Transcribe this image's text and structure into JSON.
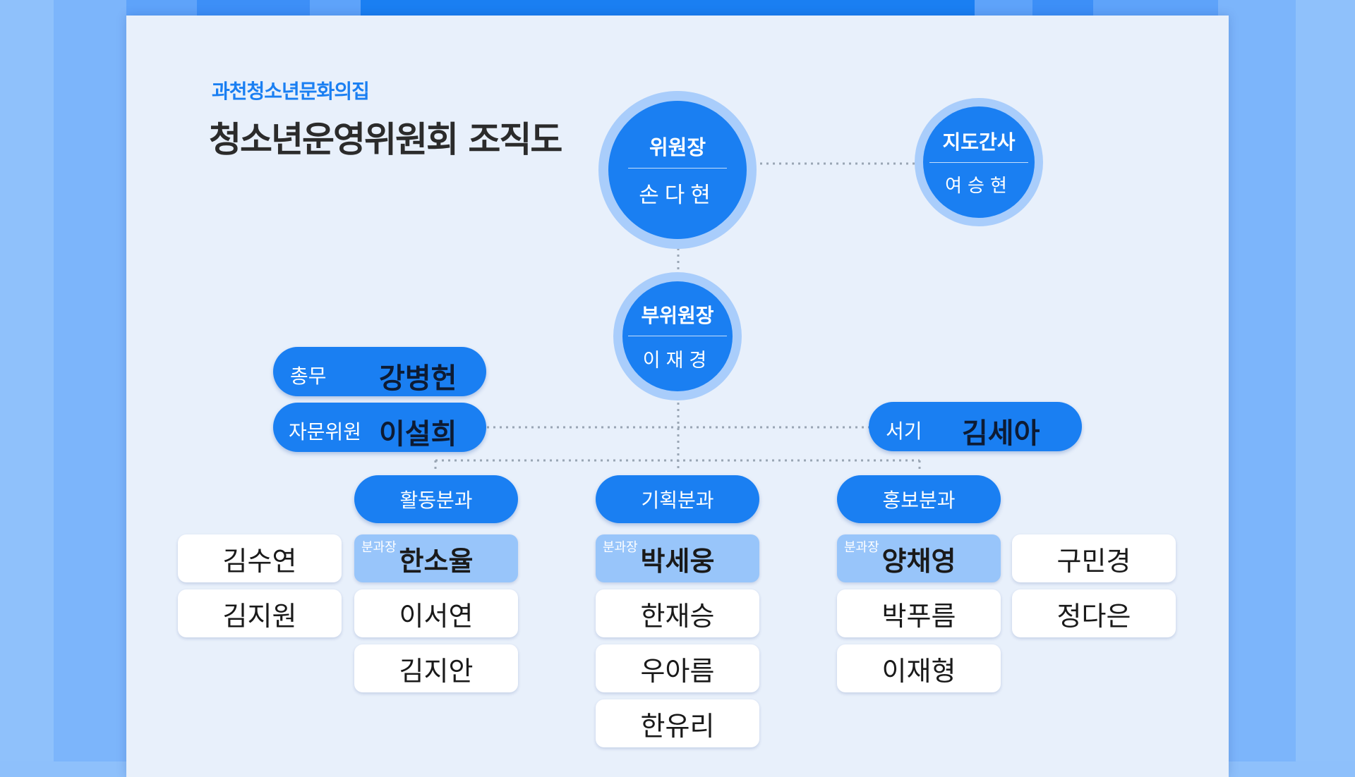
{
  "header": {
    "org_name": "과천청소년문화의집",
    "title": "청소년운영위원회 조직도"
  },
  "leaders": {
    "chair": {
      "role": "위원장",
      "name": "손다현"
    },
    "advisor": {
      "role": "지도간사",
      "name": "여승현"
    },
    "vice_chair": {
      "role": "부위원장",
      "name": "이재경"
    }
  },
  "staff": {
    "general_affairs": {
      "role": "총무",
      "name": "강병헌"
    },
    "consultant": {
      "role": "자문위원",
      "name": "이설희"
    },
    "secretary": {
      "role": "서기",
      "name": "김세아"
    }
  },
  "head_tag": "분과장",
  "departments": [
    {
      "label": "활동분과",
      "head": "한소율",
      "members": [
        "이서연",
        "김지안"
      ],
      "extra": [
        "김수연",
        "김지원"
      ]
    },
    {
      "label": "기획분과",
      "head": "박세웅",
      "members": [
        "한재승",
        "우아름",
        "한유리"
      ],
      "extra": []
    },
    {
      "label": "홍보분과",
      "head": "양채영",
      "members": [
        "박푸름",
        "이재형"
      ],
      "extra": [
        "구민경",
        "정다은"
      ]
    }
  ],
  "colors": {
    "accent": "#1a7ff2",
    "panel": "#e8f0fb",
    "head_cell": "#98c5fa",
    "connector": "#9aa6b4"
  }
}
